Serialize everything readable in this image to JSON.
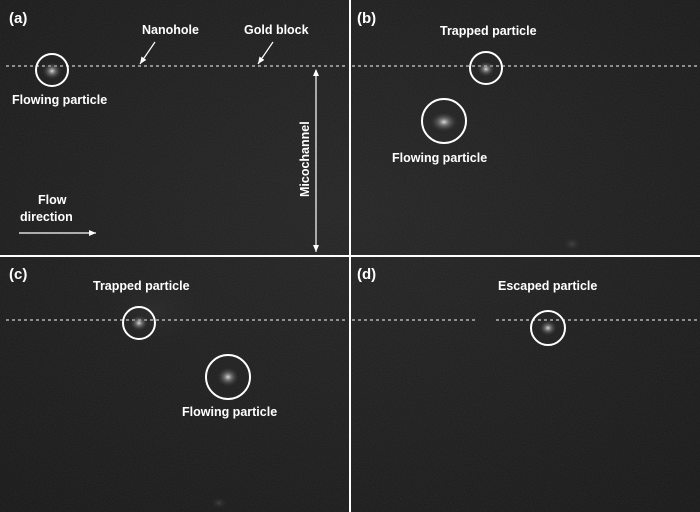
{
  "panels": [
    {
      "label": "(a)",
      "annotations": {
        "flowing_particle": "Flowing particle",
        "nanohole": "Nanohole",
        "gold_block": "Gold block",
        "microchannel": "Micochannel",
        "flow_direction_line1": "Flow",
        "flow_direction_line2": "direction"
      }
    },
    {
      "label": "(b)",
      "annotations": {
        "trapped_particle": "Trapped particle",
        "flowing_particle": "Flowing particle"
      }
    },
    {
      "label": "(c)",
      "annotations": {
        "trapped_particle": "Trapped particle",
        "flowing_particle": "Flowing particle"
      }
    },
    {
      "label": "(d)",
      "annotations": {
        "escaped_particle": "Escaped particle"
      }
    }
  ],
  "colors": {
    "background": "#1b1b1b",
    "divider": "#ffffff",
    "annotation": "#ffffff",
    "particle_glow": "#d8d8d8"
  }
}
